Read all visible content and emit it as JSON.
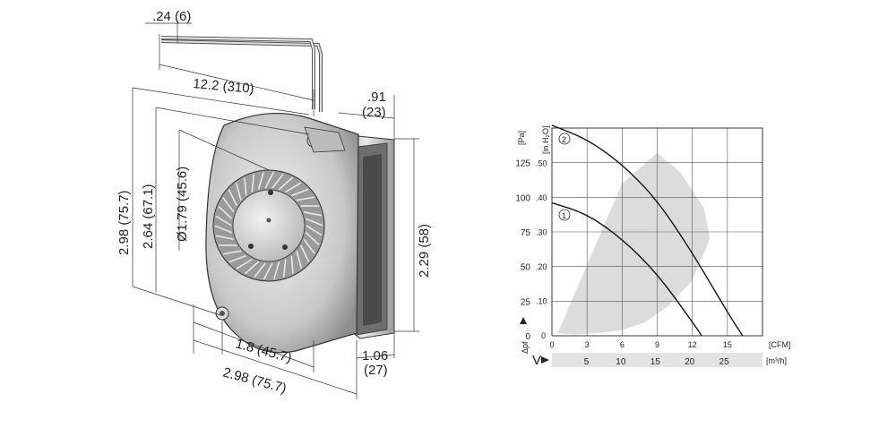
{
  "drawing": {
    "dims": {
      "cable_width": ".24 (6)",
      "cable_length": "12.2 (310)",
      "outlet_depth_top_a": ".91",
      "outlet_depth_top_b": "(23)",
      "height": "2.98 (75.7)",
      "mount_spacing_v": "2.64 (67.1)",
      "hub_dia": "Ø1.79 (45.6)",
      "outlet_height": "2.29 (58)",
      "mount_spacing_h": "1.8 (45.7)",
      "width": "2.98 (75.7)",
      "depth_a": "1.06",
      "depth_b": "(27)"
    }
  },
  "chart_data": {
    "type": "line",
    "title": "",
    "y_pa_label": "[Pa]",
    "y_in_label": "[in.H₂O]",
    "dp_label": "Δpf",
    "v_label": "V",
    "x_cfm_unit": "[CFM]",
    "x_m3h_unit": "[m³/h]",
    "x_cfm_ticks": [
      "0",
      "3",
      "6",
      "9",
      "12",
      "15"
    ],
    "x_m3h_ticks": [
      "5",
      "10",
      "15",
      "20",
      "25"
    ],
    "y_pa_ticks": [
      "0",
      "25",
      "50",
      "75",
      "100",
      "125"
    ],
    "y_in_ticks": [
      ".10",
      ".20",
      ".30",
      ".40",
      ".50"
    ],
    "xlim_cfm": [
      0,
      18
    ],
    "ylim_pa": [
      0,
      150
    ],
    "grid": true,
    "series": [
      {
        "name": "1",
        "x": [
          0,
          3,
          6,
          9,
          12,
          12.8
        ],
        "y": [
          96,
          88,
          70,
          45,
          10,
          0
        ]
      },
      {
        "name": "2",
        "x": [
          0,
          3,
          6,
          9,
          12,
          15,
          16.3
        ],
        "y": [
          152,
          142,
          124,
          98,
          60,
          17,
          0
        ]
      }
    ],
    "operating_region": {
      "x": [
        0.5,
        6,
        9,
        11,
        13,
        13.5,
        12,
        10,
        8,
        6,
        4,
        2,
        0.5
      ],
      "y": [
        2,
        110,
        132,
        118,
        92,
        70,
        40,
        22,
        10,
        4,
        2,
        1,
        2
      ]
    }
  }
}
